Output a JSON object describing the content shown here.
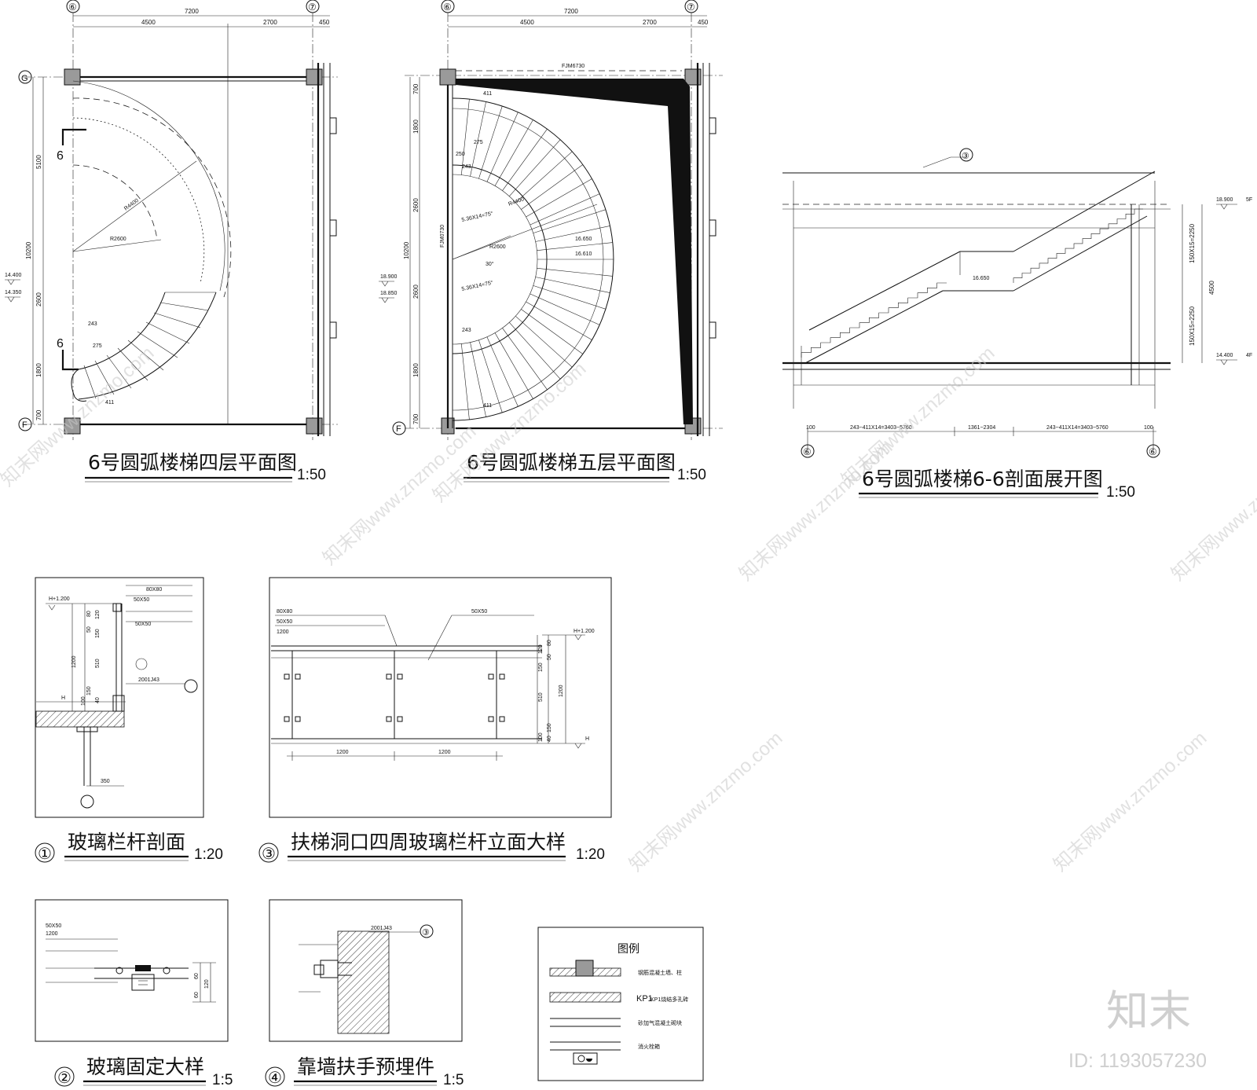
{
  "colors": {
    "line": "#111111",
    "watermark": "#c9c9c9"
  },
  "plan4": {
    "title": "6号圆弧楼梯四层平面图",
    "scale": "1:50",
    "axes": [
      "⑥",
      "⑦",
      "G",
      "F"
    ],
    "dims_top": [
      "7200",
      "4500",
      "2700",
      "450"
    ],
    "dims_left": [
      "10200",
      "5100",
      "2600",
      "1800",
      "700"
    ],
    "levels": [
      "14.400",
      "14.350"
    ],
    "radii": [
      "R4400",
      "R2600"
    ],
    "tread": [
      "243",
      "411",
      "275"
    ],
    "section_mark": "6"
  },
  "plan5": {
    "title": "6号圆弧楼梯五层平面图",
    "scale": "1:50",
    "axes": [
      "⑥",
      "⑦",
      "F"
    ],
    "dims_top": [
      "7200",
      "4500",
      "2700",
      "450"
    ],
    "dims_left": [
      "10200",
      "700",
      "1800",
      "2600",
      "2600",
      "1800",
      "700"
    ],
    "levels": [
      "18.900",
      "18.850",
      "16.650",
      "16.610"
    ],
    "radii": [
      "R4400",
      "R2600"
    ],
    "door": "FJM6730",
    "door_side": "FJM0730",
    "angles": [
      "5.36X14=75°",
      "5.36X14=75°",
      "30°"
    ],
    "tread": [
      "243",
      "411",
      "275",
      "250"
    ]
  },
  "section": {
    "title": "6号圆弧楼梯6-6剖面展开图",
    "scale": "1:50",
    "axes": [
      "⑥",
      "⑥"
    ],
    "callout": "③",
    "levels": [
      "18.900",
      "14.400",
      "16.650"
    ],
    "floor_tags": [
      "5F",
      "4F"
    ],
    "dims_right": [
      "150X15=2250",
      "150X15=2250",
      "4500"
    ],
    "dims_bottom": [
      "100",
      "243~411X14=3403~5760",
      "1361~2304",
      "243~411X14=3403~5760",
      "100"
    ]
  },
  "detail1": {
    "num": "①",
    "title": "玻璃栏杆剖面",
    "scale": "1:20",
    "labels": [
      "H+1.200",
      "80X80",
      "50X50",
      "50X50",
      "H",
      "350",
      "1200",
      "2001J43"
    ],
    "dims": [
      "80",
      "120",
      "50",
      "150",
      "510",
      "150",
      "100",
      "40"
    ]
  },
  "detail3": {
    "num": "③",
    "title": "扶梯洞口四周玻璃栏杆立面大样",
    "scale": "1:20",
    "labels": [
      "80X80",
      "50X50",
      "1200",
      "50X50",
      "H+1.200",
      "H"
    ],
    "dims_bottom": [
      "1200",
      "1200"
    ],
    "dims_right": [
      "80",
      "120",
      "50",
      "150",
      "510",
      "1200",
      "150",
      "100",
      "40"
    ]
  },
  "detail2": {
    "num": "②",
    "title": "玻璃固定大样",
    "scale": "1:5",
    "labels": [
      "50X50",
      "1200"
    ],
    "dims": [
      "60",
      "60",
      "120"
    ]
  },
  "detail4": {
    "num": "④",
    "title": "靠墙扶手预埋件",
    "scale": "1:5",
    "labels": [
      "2001J43",
      "③"
    ]
  },
  "legend": {
    "title": "图例",
    "items": [
      "钢筋混凝土墙、柱",
      "KP1烧结多孔砖",
      "砂加气混凝土砌块",
      "消火栓箱"
    ],
    "kp1": "KP1"
  },
  "watermark": {
    "text": "知末网www.znzmo.com",
    "brand": "知末",
    "id": "ID: 1193057230"
  }
}
